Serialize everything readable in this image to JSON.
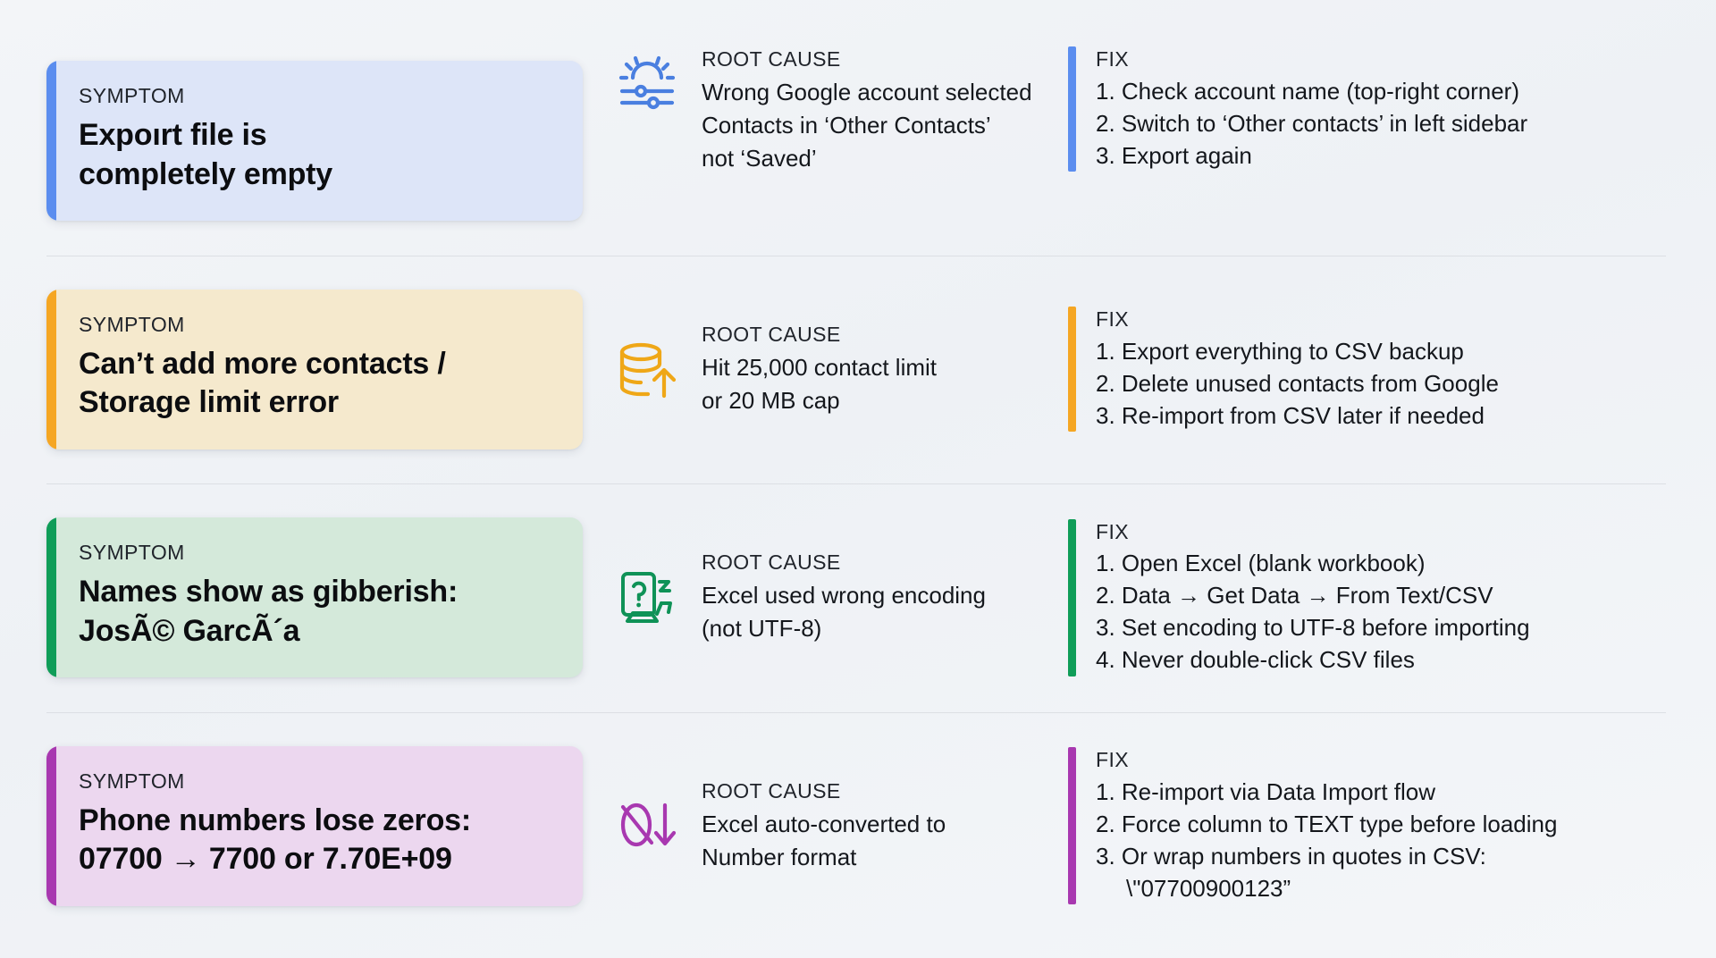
{
  "page": {
    "background_start": "#f3f5f8",
    "background_end": "#f4f6f9",
    "divider_color": "#dcdfe4"
  },
  "labels": {
    "symptom": "SYMPTOM",
    "root_cause": "ROOT CAUSE",
    "fix": "FIX"
  },
  "rows": [
    {
      "accent": "#5b8def",
      "card_bg": "#dde5f8",
      "icon": "settings-sliders-icon",
      "symptom_lines": [
        "Expoırt file is",
        "completely empty"
      ],
      "cause_lines": [
        "Wrong Google account selected",
        "Contacts in ‘Other Contacts’",
        "not ‘Saved’"
      ],
      "fix_items": [
        "1. Check account name (top-right corner)",
        "2. Switch to ‘Other contacts’ in left sidebar",
        "3. Export again"
      ]
    },
    {
      "accent": "#f5a623",
      "card_bg": "#f5e9cd",
      "icon": "database-upload-icon",
      "symptom_lines": [
        "Can’t add more contacts /",
        "Storage limit error"
      ],
      "cause_lines": [
        "Hit 25,000 contact limit",
        "or 20 MB cap"
      ],
      "fix_items": [
        "1. Export everything to CSV backup",
        "2. Delete unused contacts from Google",
        "3. Re-import from CSV later if needed"
      ]
    },
    {
      "accent": "#0f9d58",
      "card_bg": "#d4e9da",
      "icon": "unknown-glyph-icon",
      "symptom_lines": [
        "Names show as gibberish:",
        "JosÃ© GarcÃ´a"
      ],
      "cause_lines": [
        "Excel used wrong encoding",
        "(not UTF-8)"
      ],
      "fix_items": [
        "1. Open Excel (blank workbook)",
        "2. Data → Get Data → From Text/CSV",
        "3. Set encoding to UTF-8 before importing",
        "4. Never double-click CSV files"
      ]
    },
    {
      "accent": "#a838b0",
      "card_bg": "#ecd7ef",
      "icon": "zero-stripped-arrow-icon",
      "symptom_lines": [
        "Phone numbers lose zeros:",
        "07700 → 7700 or 7.70E+09"
      ],
      "cause_lines": [
        "Excel auto-converted to",
        "Number format"
      ],
      "fix_items": [
        "1. Re-import via Data Import flow",
        "2. Force column to TEXT type before loading",
        "3. Or wrap numbers in quotes in CSV:"
      ],
      "fix_sub": "\\\"07700900123”"
    }
  ]
}
